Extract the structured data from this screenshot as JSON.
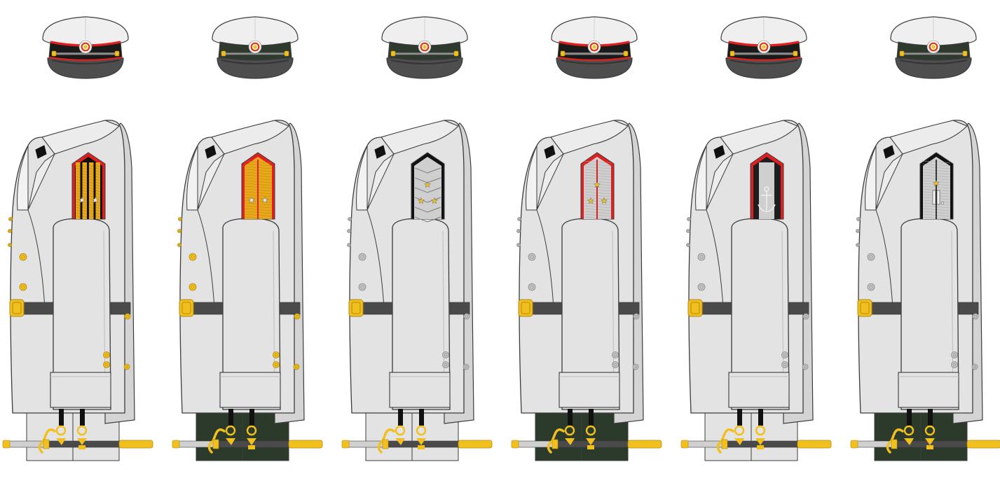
{
  "palette": {
    "white": "#ffffff",
    "coat": "#e3e3e3",
    "coat_shadow": "#d4d4d4",
    "cap_top": "#efefef",
    "outline": "#3c3c3c",
    "belt": "#4a4a4a",
    "visor": "#4e4e4e",
    "visor_dark": "#353535",
    "black": "#111111",
    "band_black": "#1a1a1a",
    "band_green": "#2f3a2e",
    "trouser_green": "#2c3a2b",
    "trouser_grey": "#dcdcdc",
    "red": "#e02020",
    "gold": "#f2c01e",
    "gold_dark": "#b38a10",
    "gold_lace": "#e9a81a",
    "silver": "#c4c4c4",
    "silver_dark": "#8a8a8a",
    "silver_lace": "#cfcfcf",
    "stripe_black": "#1e1e1e",
    "cockade_outer": "#ffffff",
    "cockade_mid": "#e03a1a",
    "cockade_inner": "#f3c21d"
  },
  "uniforms": [
    {
      "cap_band": "#1a1a1a",
      "cap_piping": "#e02020",
      "buttons": "gold",
      "board": {
        "style": "gold-stripes",
        "piping": "#e02020",
        "stars": 2,
        "star_color": "#e7e7e7",
        "emblem": "none"
      },
      "trousers": "#e3e3e3",
      "dagger": "gold"
    },
    {
      "cap_band": "#2f3a2e",
      "cap_piping": "none",
      "buttons": "gold",
      "board": {
        "style": "gold-plain",
        "piping": "#e02020",
        "stars": 2,
        "star_color": "#e7e7e7",
        "emblem": "none"
      },
      "trousers": "#2c3a2b",
      "dagger": "gold"
    },
    {
      "cap_band": "#2f3a2e",
      "cap_piping": "none",
      "buttons": "silver",
      "board": {
        "style": "silver-zigzag",
        "piping": "#111111",
        "stars": 3,
        "star_color": "#f2c01e",
        "emblem": "none"
      },
      "trousers": "#e3e3e3",
      "dagger": "gold"
    },
    {
      "cap_band": "#1a1a1a",
      "cap_piping": "#e02020",
      "buttons": "silver",
      "board": {
        "style": "silver-plain-red",
        "piping": "#e02020",
        "stars": 3,
        "star_color": "#f2c01e",
        "emblem": "none"
      },
      "trousers": "#2c3a2b",
      "dagger": "gold"
    },
    {
      "cap_band": "#1a1a1a",
      "cap_piping": "#e02020",
      "buttons": "silver",
      "board": {
        "style": "black-silver-anchor",
        "piping": "#e02020",
        "stars": 0,
        "star_color": "#f2c01e",
        "emblem": "anchor"
      },
      "trousers": "#e3e3e3",
      "dagger": "gold"
    },
    {
      "cap_band": "#2f3a2e",
      "cap_piping": "none",
      "buttons": "silver",
      "board": {
        "style": "silver-black-insignia",
        "piping": "#111111",
        "stars": 1,
        "star_color": "#f2c01e",
        "emblem": "bars"
      },
      "trousers": "#2c3a2b",
      "dagger": "gold"
    }
  ]
}
